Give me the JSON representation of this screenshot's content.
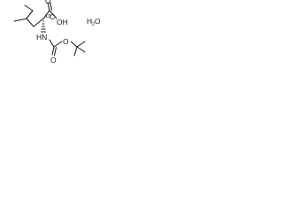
{
  "molecule": {
    "labels": {
      "isotope": "13",
      "isotope_carbon": "C",
      "hydroxyl": "OH",
      "carbonyl_o1": "O",
      "carbonyl_o2": "O",
      "ester_o": "O",
      "amine": "HN",
      "water_h": "H",
      "water_sub": "2",
      "water_o": "O"
    },
    "colors": {
      "line": "#1a1a1a",
      "background": "#ffffff"
    }
  }
}
